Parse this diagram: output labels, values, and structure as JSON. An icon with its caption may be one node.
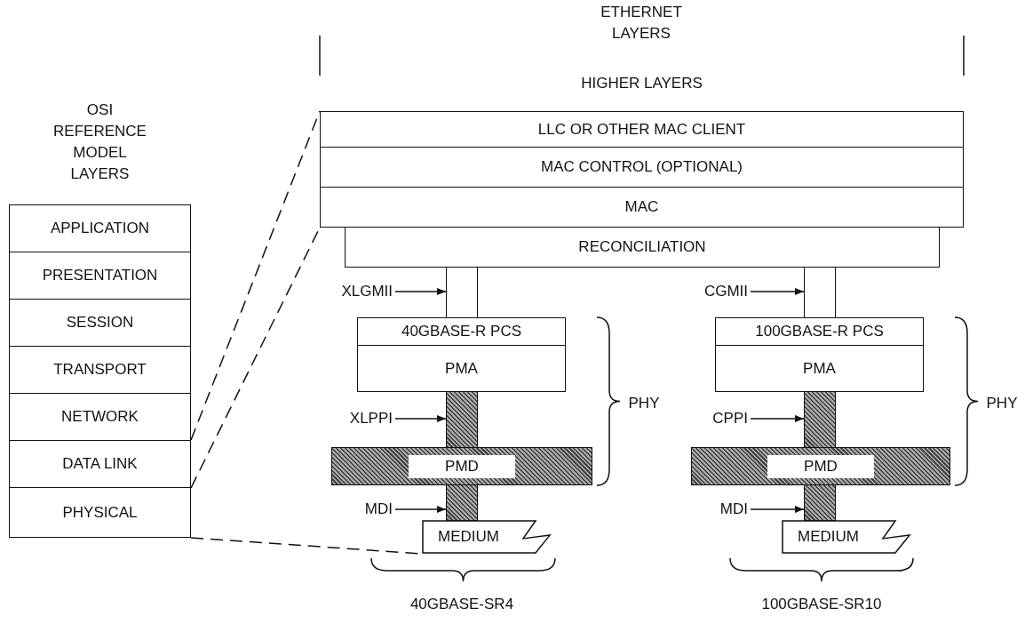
{
  "diagram": {
    "nodes": [
      {
        "text": [
          "APPLICATION"
        ]
      },
      {
        "text": [
          "PRESENTATION"
        ]
      },
      {
        "text": [
          "SESSION"
        ]
      },
      {
        "text": [
          "TRANSPORT"
        ]
      },
      {
        "text": [
          "NETWORK"
        ]
      },
      {
        "text": [
          "DATA LINK"
        ]
      },
      {
        "text": [
          "PHYSICAL"
        ]
      },
      {
        "text": [
          "LLC OR OTHER MAC CLIENT"
        ]
      },
      {
        "text": [
          "MAC CONTROL (OPTIONAL)"
        ]
      },
      {
        "text": [
          "MAC"
        ]
      },
      {
        "text": [
          "RECONCILIATION"
        ]
      },
      {
        "text": [
          "XLGMII"
        ]
      },
      {
        "text": [],
        "shape": "bar"
      },
      {
        "text": [
          "40GBASE-R PCS"
        ]
      },
      {
        "text": [
          "PMA"
        ]
      },
      {
        "text": [
          "XLPPI"
        ]
      },
      {
        "text": [],
        "shape": "bar"
      },
      {
        "text": [
          "PMD"
        ]
      },
      {
        "text": [
          "MDI"
        ]
      },
      {
        "text": [],
        "shape": "bar"
      },
      {
        "text": [
          "MEDIUM"
        ]
      },
      {
        "text": [
          "CGMII"
        ]
      },
      {
        "text": [],
        "shape": "bar"
      },
      {
        "text": [
          "100GBASE-R PCS"
        ]
      },
      {
        "text": [
          "PMA"
        ]
      },
      {
        "text": [
          "CPPI"
        ]
      },
      {
        "text": [],
        "shape": "bar"
      },
      {
        "text": [
          "PMD"
        ]
      },
      {
        "text": [
          "MDI"
        ]
      },
      {
        "text": [],
        "shape": "bar"
      },
      {
        "text": [
          "MEDIUM"
        ]
      }
    ],
    "edges": [
      {
        "from": 11,
        "to": 12,
        "arrow": "to"
      },
      {
        "from": 15,
        "to": 16,
        "arrow": "to"
      },
      {
        "from": 18,
        "to": 19,
        "arrow": "to"
      },
      {
        "from": 21,
        "to": 22,
        "arrow": "to"
      },
      {
        "from": 25,
        "to": 26,
        "arrow": "to"
      },
      {
        "from": 28,
        "to": 29,
        "arrow": "to"
      },
      {
        "from": 5,
        "to": 7,
        "arrow": "none",
        "style": "dashed"
      },
      {
        "from": 5,
        "to": 9,
        "arrow": "none",
        "style": "dashed"
      },
      {
        "from": 6,
        "to": 20,
        "arrow": "none",
        "style": "dashed"
      }
    ],
    "labels": [
      "ETHERNET LAYERS",
      "HIGHER LAYERS",
      "OSI REFERENCE MODEL LAYERS",
      "PHY",
      "PHY",
      "40GBASE-SR4",
      "100GBASE-SR10"
    ]
  }
}
